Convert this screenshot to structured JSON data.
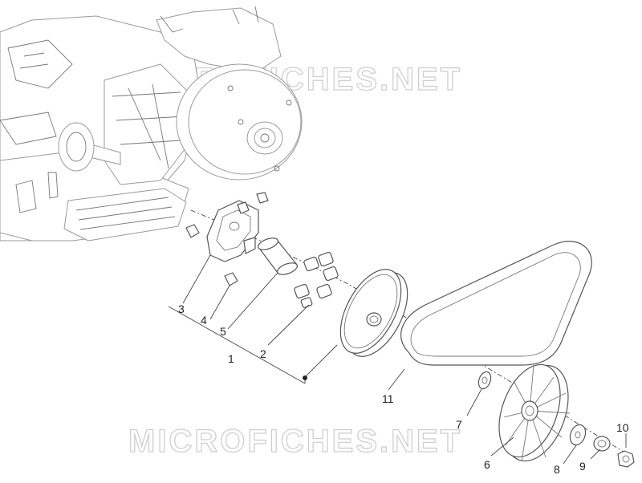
{
  "watermark": {
    "text": "MICROFICHES.NET"
  },
  "callouts": [
    {
      "id": "1",
      "label": "1"
    },
    {
      "id": "2",
      "label": "2"
    },
    {
      "id": "3",
      "label": "3"
    },
    {
      "id": "4",
      "label": "4"
    },
    {
      "id": "5",
      "label": "5"
    },
    {
      "id": "6",
      "label": "6"
    },
    {
      "id": "7",
      "label": "7"
    },
    {
      "id": "8",
      "label": "8"
    },
    {
      "id": "9",
      "label": "9"
    },
    {
      "id": "10",
      "label": "10"
    },
    {
      "id": "11",
      "label": "11"
    }
  ],
  "colors": {
    "line": "#555555",
    "engine_line": "#9a9a9a",
    "watermark": "#cfcfcf",
    "text": "#222222"
  }
}
